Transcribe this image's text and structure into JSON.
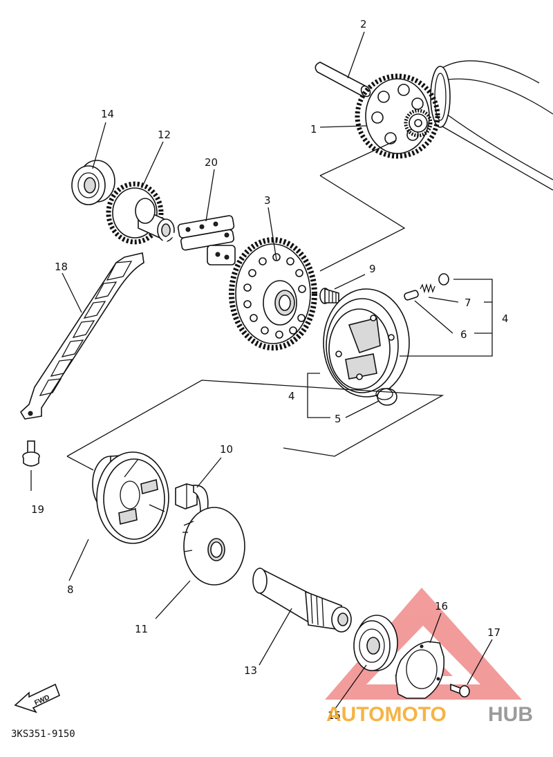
{
  "diagram": {
    "callouts": [
      "1",
      "2",
      "3",
      "4",
      "5",
      "6",
      "7",
      "8",
      "9",
      "10",
      "11",
      "12",
      "13",
      "14",
      "15",
      "16",
      "17",
      "18",
      "19",
      "20"
    ],
    "group_label_4": "4",
    "fwd_label": "FWD",
    "part_code": "3KS351-9150"
  },
  "watermark": {
    "text_orange": "AUTOMOTO",
    "text_gray": "HUB",
    "colors": {
      "triangle": "#e84a4a",
      "orange": "#f5a623",
      "gray": "#8a8a8a"
    }
  }
}
